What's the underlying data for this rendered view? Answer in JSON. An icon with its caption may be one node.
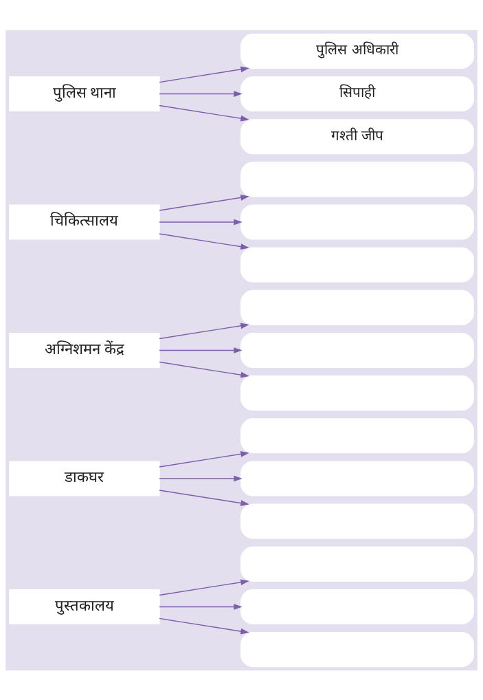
{
  "diagram": {
    "nodes": [
      {
        "text": [
          "पुलिस थाना"
        ]
      },
      {
        "text": [
          "पुलिस अधिकारी"
        ]
      },
      {
        "text": [
          "सिपाही"
        ]
      },
      {
        "text": [
          "गश्ती जीप"
        ]
      },
      {
        "text": [
          "चिकित्सालय"
        ]
      },
      {
        "text": [],
        "shape": "box"
      },
      {
        "text": [],
        "shape": "box"
      },
      {
        "text": [],
        "shape": "box"
      },
      {
        "text": [
          "अग्निशमन केंद्र"
        ]
      },
      {
        "text": [],
        "shape": "box"
      },
      {
        "text": [],
        "shape": "box"
      },
      {
        "text": [],
        "shape": "box"
      },
      {
        "text": [
          "डाकघर"
        ]
      },
      {
        "text": [],
        "shape": "box"
      },
      {
        "text": [],
        "shape": "box"
      },
      {
        "text": [],
        "shape": "box"
      },
      {
        "text": [
          "पुस्तकालय"
        ]
      },
      {
        "text": [],
        "shape": "box"
      },
      {
        "text": [],
        "shape": "box"
      },
      {
        "text": [],
        "shape": "box"
      }
    ],
    "edges": [
      {
        "from": 0,
        "to": 1,
        "arrow": "to"
      },
      {
        "from": 0,
        "to": 2,
        "arrow": "to"
      },
      {
        "from": 0,
        "to": 3,
        "arrow": "to"
      },
      {
        "from": 4,
        "to": 5,
        "arrow": "to"
      },
      {
        "from": 4,
        "to": 6,
        "arrow": "to"
      },
      {
        "from": 4,
        "to": 7,
        "arrow": "to"
      },
      {
        "from": 8,
        "to": 9,
        "arrow": "to"
      },
      {
        "from": 8,
        "to": 10,
        "arrow": "to"
      },
      {
        "from": 8,
        "to": 11,
        "arrow": "to"
      },
      {
        "from": 12,
        "to": 13,
        "arrow": "to"
      },
      {
        "from": 12,
        "to": 14,
        "arrow": "to"
      },
      {
        "from": 12,
        "to": 15,
        "arrow": "to"
      },
      {
        "from": 16,
        "to": 17,
        "arrow": "to"
      },
      {
        "from": 16,
        "to": 18,
        "arrow": "to"
      },
      {
        "from": 16,
        "to": 19,
        "arrow": "to"
      }
    ]
  }
}
